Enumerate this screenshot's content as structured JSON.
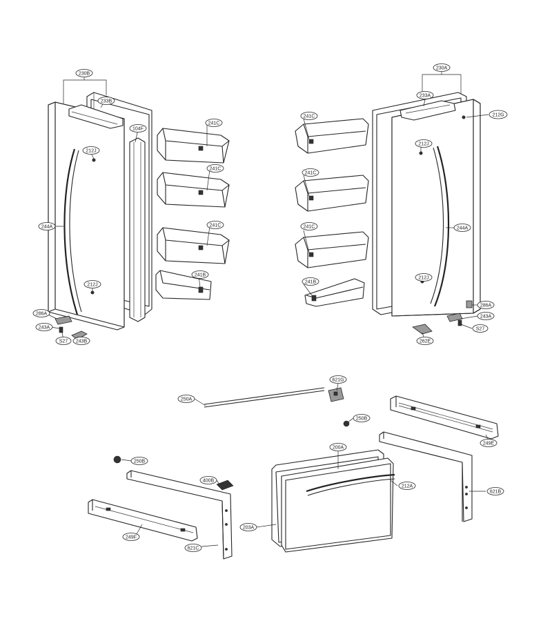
{
  "labels": {
    "l230B": "230B",
    "l233B": "233B",
    "l104F": "104F",
    "l241C_a": "241C",
    "l241C_b": "241C",
    "l241C_c": "241C",
    "l241B_l": "241B",
    "l212J_a": "212J",
    "l212J_b": "212J",
    "l244A_l": "244A",
    "l286A_l": "286A",
    "l243A_l": "243A",
    "lS27_l": "S27",
    "l243B": "243B",
    "l230A": "230A",
    "l233A": "233A",
    "l212G": "212G",
    "l241C_d": "241C",
    "l241C_e": "241C",
    "l241C_f": "241C",
    "l241B_r": "241B",
    "l212J_c": "212J",
    "l212J_d": "212J",
    "l244A_r": "244A",
    "l286A_r": "286A",
    "l243A_r": "243A",
    "lS27_r": "S27",
    "l262E": "262E",
    "l250A": "250A",
    "l621G": "621G",
    "l250B_a": "250B",
    "l249E": "249E",
    "l250B_b": "250B",
    "l400B": "400B",
    "l200A": "200A",
    "l212A": "212A",
    "l203A": "203A",
    "l621B": "621B",
    "l249F": "249F",
    "l621C": "621C"
  }
}
